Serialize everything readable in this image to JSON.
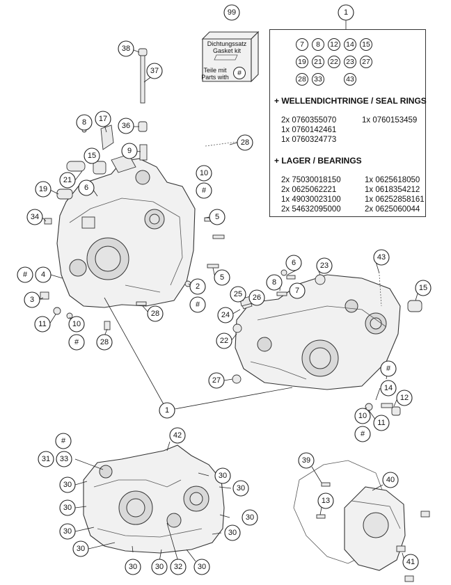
{
  "gasket_kit": {
    "callout": "99",
    "line1": "Dichtungssatz",
    "line2": "Gasket kit",
    "line3": "Teile mit",
    "line4": "Parts with",
    "mark": "#"
  },
  "parts_list": {
    "callout": "1",
    "included": [
      [
        "7",
        "8",
        "12",
        "14",
        "15"
      ],
      [
        "19",
        "21",
        "22",
        "23",
        "27"
      ],
      [
        "28",
        "33",
        "43"
      ]
    ],
    "seal_rings": {
      "title": "+ WELLENDICHTRINGE / SEAL RINGS",
      "left": [
        "2x 0760355070",
        "1x 0760142461",
        "1x 0760324773"
      ],
      "right": [
        "1x 0760153459"
      ]
    },
    "bearings": {
      "title": "+ LAGER  / BEARINGS",
      "left": [
        "2x 75030018150",
        "2x 0625062221",
        "1x 49030023100",
        "2x 54632095000"
      ],
      "right": [
        "1x 0625618050",
        "1x 0618354212",
        "1x 06252858161",
        "2x 0625060044"
      ]
    }
  },
  "callouts": [
    {
      "id": "c38",
      "label": "38"
    },
    {
      "id": "c37",
      "label": "37"
    },
    {
      "id": "c36",
      "label": "36"
    },
    {
      "id": "c9",
      "label": "9"
    },
    {
      "id": "c8a",
      "label": "8"
    },
    {
      "id": "c17",
      "label": "17"
    },
    {
      "id": "c15a",
      "label": "15"
    },
    {
      "id": "c21",
      "label": "21"
    },
    {
      "id": "c6a",
      "label": "6"
    },
    {
      "id": "c19",
      "label": "19"
    },
    {
      "id": "c34",
      "label": "34"
    },
    {
      "id": "c4h",
      "label": "#"
    },
    {
      "id": "c4",
      "label": "4"
    },
    {
      "id": "c3",
      "label": "3"
    },
    {
      "id": "c11a",
      "label": "11"
    },
    {
      "id": "c10a",
      "label": "10"
    },
    {
      "id": "c10ah",
      "label": "#"
    },
    {
      "id": "c28b",
      "label": "28"
    },
    {
      "id": "c28c",
      "label": "28"
    },
    {
      "id": "c2",
      "label": "2"
    },
    {
      "id": "c2h",
      "label": "#"
    },
    {
      "id": "c5a",
      "label": "5"
    },
    {
      "id": "c5b",
      "label": "5"
    },
    {
      "id": "c10b",
      "label": "10"
    },
    {
      "id": "c10bh",
      "label": "#"
    },
    {
      "id": "c28a",
      "label": "28"
    },
    {
      "id": "c43",
      "label": "43"
    },
    {
      "id": "c6b",
      "label": "6"
    },
    {
      "id": "c23",
      "label": "23"
    },
    {
      "id": "c8b",
      "label": "8"
    },
    {
      "id": "c7",
      "label": "7"
    },
    {
      "id": "c15b",
      "label": "15"
    },
    {
      "id": "c25",
      "label": "25"
    },
    {
      "id": "c26",
      "label": "26"
    },
    {
      "id": "c24",
      "label": "24"
    },
    {
      "id": "c22",
      "label": "22"
    },
    {
      "id": "c27",
      "label": "27"
    },
    {
      "id": "c14h",
      "label": "#"
    },
    {
      "id": "c14",
      "label": "14"
    },
    {
      "id": "c12",
      "label": "12"
    },
    {
      "id": "c11b",
      "label": "11"
    },
    {
      "id": "c10c",
      "label": "10"
    },
    {
      "id": "c10ch",
      "label": "#"
    },
    {
      "id": "c1b",
      "label": "1"
    },
    {
      "id": "c33h",
      "label": "#"
    },
    {
      "id": "c31",
      "label": "31"
    },
    {
      "id": "c33",
      "label": "33"
    },
    {
      "id": "c42",
      "label": "42"
    },
    {
      "id": "c30a",
      "label": "30"
    },
    {
      "id": "c30b",
      "label": "30"
    },
    {
      "id": "c30c",
      "label": "30"
    },
    {
      "id": "c30d",
      "label": "30"
    },
    {
      "id": "c30e",
      "label": "30"
    },
    {
      "id": "c30f",
      "label": "30"
    },
    {
      "id": "c30g",
      "label": "30"
    },
    {
      "id": "c30h",
      "label": "30"
    },
    {
      "id": "c30i",
      "label": "30"
    },
    {
      "id": "c30j",
      "label": "30"
    },
    {
      "id": "c30k",
      "label": "30"
    },
    {
      "id": "c30l",
      "label": "30"
    },
    {
      "id": "c32",
      "label": "32"
    },
    {
      "id": "c39",
      "label": "39"
    },
    {
      "id": "c13",
      "label": "13"
    },
    {
      "id": "c40",
      "label": "40"
    },
    {
      "id": "c41",
      "label": "41"
    }
  ]
}
